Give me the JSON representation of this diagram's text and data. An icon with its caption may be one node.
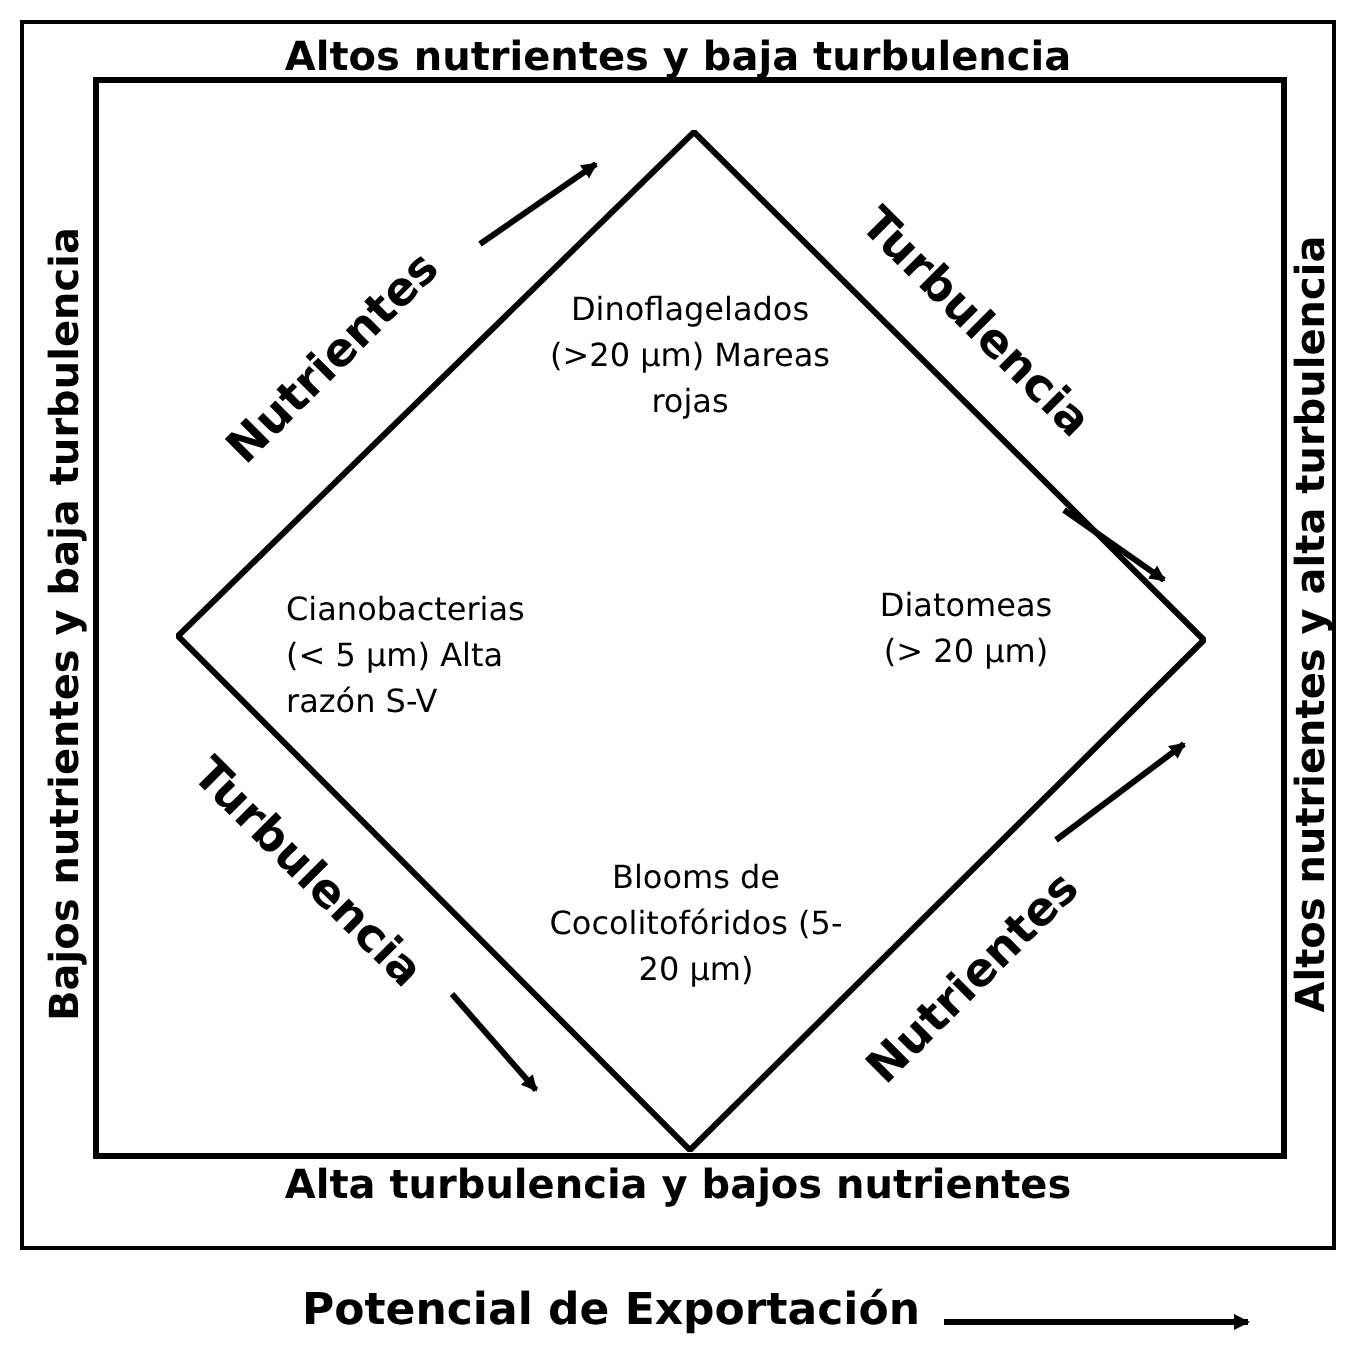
{
  "diagram": {
    "nodes": [
      {
        "text": [
          "Altos nutrientes y baja turbulencia",
          "Bajos nutrientes y baja turbulencia",
          "Altos nutrientes y alta turbulencia",
          "Alta turbulencia y bajos nutrientes"
        ]
      },
      {
        "text": [
          "Dinoflagelados (>20 μm) Mareas rojas",
          "Cianobacterias (< 5 μm) Alta razón S-V",
          "Diatomeas (> 20 μm)",
          "Blooms de Cocolitofóridos (5- 20 μm)"
        ],
        "in": 0
      }
    ],
    "edges": [],
    "labels": [
      "Nutrientes",
      "Turbulencia",
      "Turbulencia",
      "Nutrientes",
      "Potencial de Exportación"
    ]
  }
}
